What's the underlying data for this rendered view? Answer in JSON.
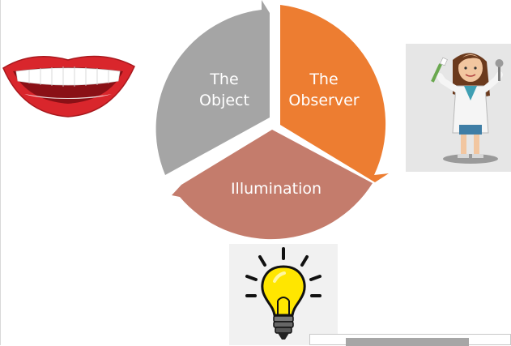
{
  "diagram": {
    "segments": [
      {
        "id": "object",
        "line1": "The",
        "line2": "Object",
        "color": "#a5a5a5"
      },
      {
        "id": "observer",
        "line1": "The",
        "line2": "Observer",
        "color": "#ed7d31"
      },
      {
        "id": "illumination",
        "line1": "Illumination",
        "line2": "",
        "color": "#c47c6c"
      }
    ]
  },
  "images": {
    "smile": "smiling-mouth-icon",
    "dentist": "dentist-illustration",
    "bulb": "light-bulb-icon"
  }
}
